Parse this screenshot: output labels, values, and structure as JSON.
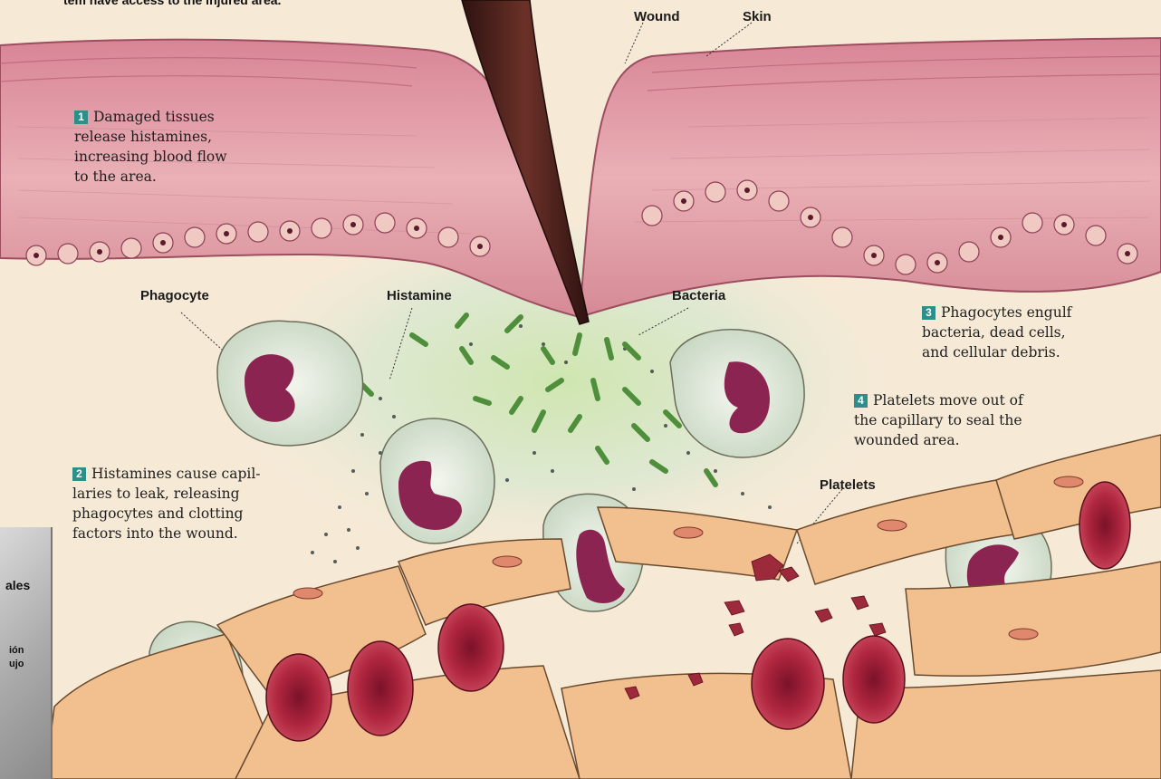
{
  "top_text": "tem have access to the injured area.",
  "labels": {
    "wound": "Wound",
    "skin": "Skin",
    "phagocyte": "Phagocyte",
    "histamine": "Histamine",
    "bacteria": "Bacteria",
    "platelets": "Platelets"
  },
  "steps": [
    {
      "number": "1",
      "lines": [
        "Damaged tissues",
        "release histamines,",
        "increasing blood flow",
        "to the area."
      ]
    },
    {
      "number": "2",
      "lines": [
        "Histamines cause capil-",
        "laries to leak, releasing",
        "phagocytes and clotting",
        "factors into the wound."
      ]
    },
    {
      "number": "3",
      "lines": [
        "Phagocytes engulf",
        "bacteria, dead cells,",
        "and cellular debris."
      ]
    },
    {
      "number": "4",
      "lines": [
        "Platelets move out of",
        "the capillary to seal the",
        "wounded area."
      ]
    }
  ],
  "inset": {
    "line1": "ales",
    "line2": "ión",
    "line3": "ujo"
  },
  "colors": {
    "skin": "#e9a3ac",
    "skin_dark": "#c97084",
    "background": "#f6ead7",
    "cell_body": "#f2c08f",
    "red_cell": "#a8223c",
    "nucleus": "#8b2450",
    "bacteria": "#4f8f3c",
    "step_badge": "#2e8f8a",
    "thorn": "#4a1f1a"
  }
}
